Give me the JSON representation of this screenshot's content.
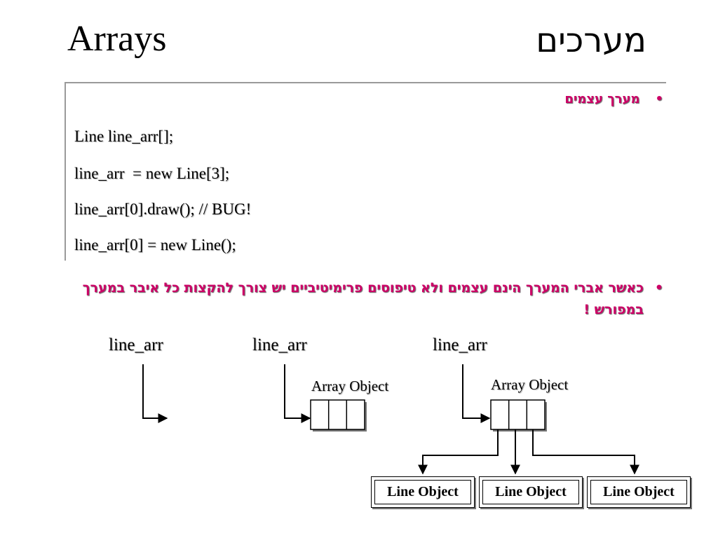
{
  "title": {
    "english": "Arrays",
    "hebrew": "מערכים"
  },
  "bullets": [
    {
      "text": "מערך עצמים"
    },
    {
      "text": "כאשר אברי המערך הינם עצמים ולא טיפוסים פרימיטיביים יש צורך להקצות כל איבר במערך במפורש !"
    }
  ],
  "code_lines": [
    "Line line_arr[];",
    "line_arr  = new Line[3];",
    "line_arr[0].draw(); // BUG!",
    "line_arr[0] = new Line();"
  ],
  "diagram": {
    "variable_label": "line_arr",
    "array_object_label": "Array Object",
    "array_cells": 3,
    "line_object_label": "Line Object",
    "line_object_count": 3
  },
  "colors": {
    "bullet_accent": "#cc0066",
    "text": "#000000",
    "rule": "#9a9a9a"
  }
}
